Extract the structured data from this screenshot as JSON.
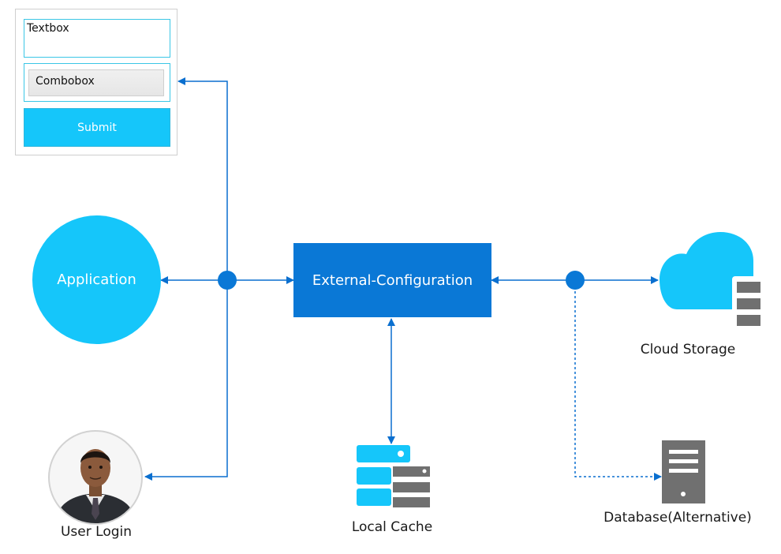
{
  "form": {
    "textbox_label": "Textbox",
    "combobox_label": "Combobox",
    "submit_label": "Submit"
  },
  "nodes": {
    "application": "Application",
    "external_configuration": "External-Configuration",
    "cloud_storage": "Cloud Storage",
    "local_cache": "Local Cache",
    "database": "Database(Alternative)",
    "user_login": "User Login"
  },
  "colors": {
    "accent_light": "#15c6fa",
    "accent_dark": "#0a78d6",
    "connector": "#0a6fcf",
    "server_gray": "#707070"
  }
}
